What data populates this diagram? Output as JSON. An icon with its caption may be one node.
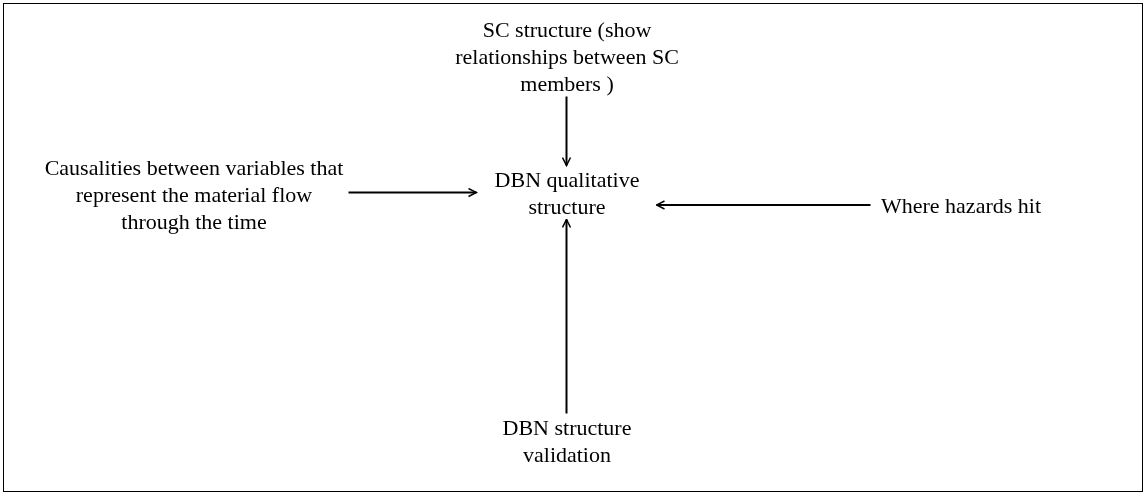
{
  "diagram": {
    "nodes": [
      {
        "text": [
          "SC structure (show relationships between SC members )"
        ]
      },
      {
        "text": [
          "Causalities between variables that represent the material flow through the time"
        ]
      },
      {
        "text": [
          "DBN qualitative structure"
        ]
      },
      {
        "text": [
          "Where hazards hit"
        ]
      },
      {
        "text": [
          "DBN structure validation"
        ]
      }
    ],
    "edges": [
      {
        "from": 0,
        "to": 2,
        "arrow": "to"
      },
      {
        "from": 1,
        "to": 2,
        "arrow": "to"
      },
      {
        "from": 3,
        "to": 2,
        "arrow": "to"
      },
      {
        "from": 4,
        "to": 2,
        "arrow": "to"
      }
    ]
  }
}
